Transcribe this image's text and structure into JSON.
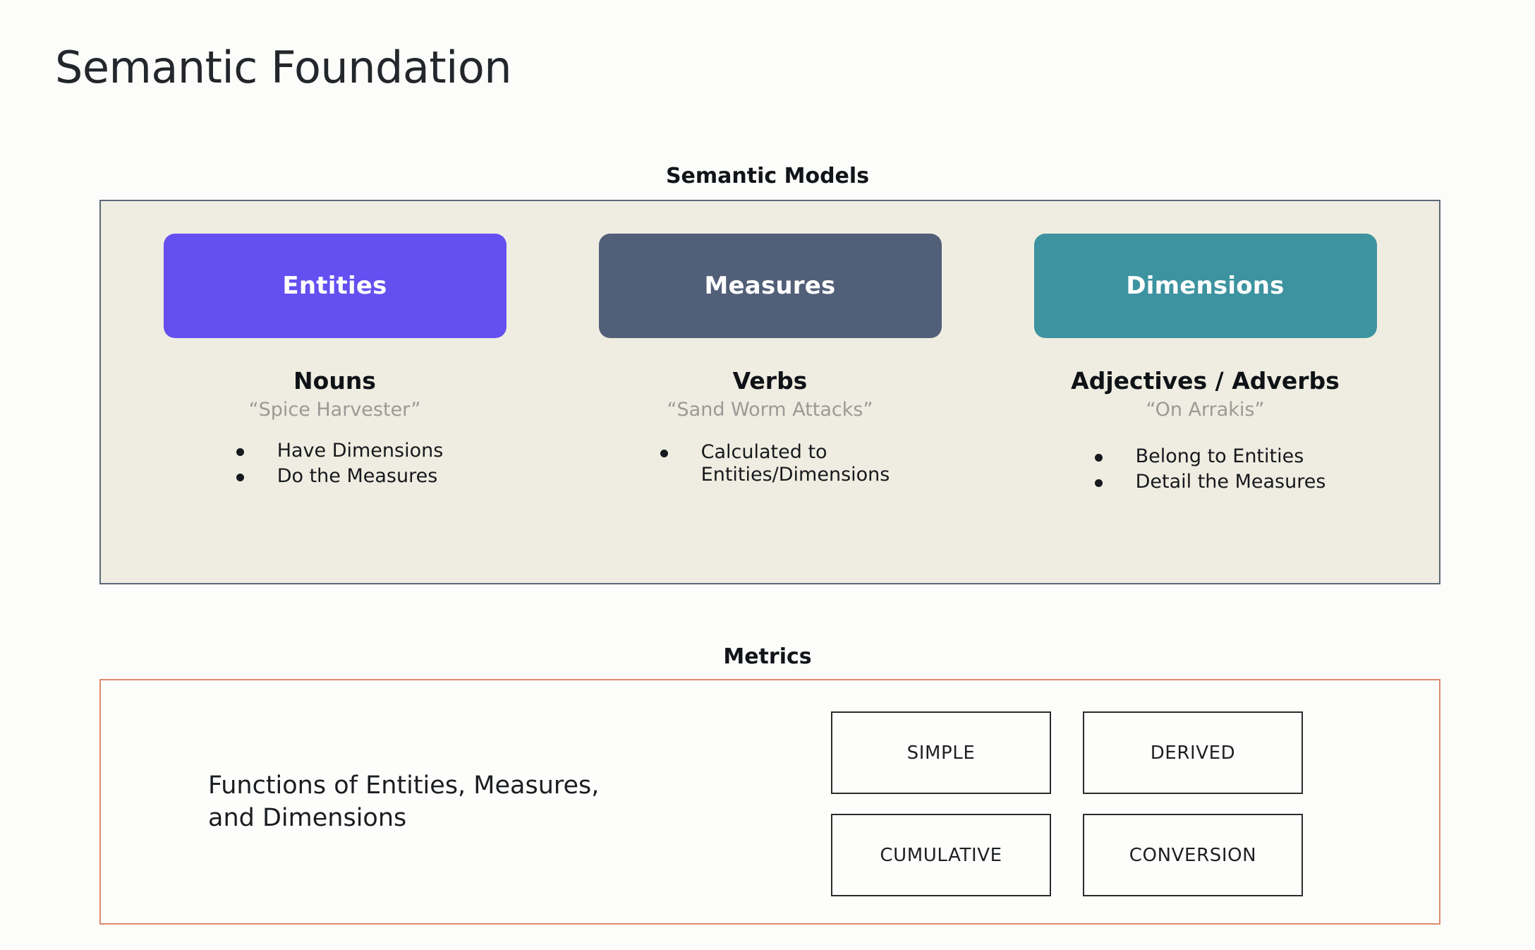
{
  "page": {
    "title": "Semantic Foundation",
    "background_color": "#fcfdfa"
  },
  "semantic_models": {
    "heading": "Semantic Models",
    "panel_background": "#efede1",
    "panel_border_color": "#5e6878",
    "columns": [
      {
        "card_label": "Entities",
        "card_color": "#6450f0",
        "part_of_speech": "Nouns",
        "example": "“Spice Harvester”",
        "bullets": [
          "Have Dimensions",
          "Do the Measures"
        ]
      },
      {
        "card_label": "Measures",
        "card_color": "#525f78",
        "part_of_speech": "Verbs",
        "example": "“Sand Worm Attacks”",
        "bullets": [
          "Calculated to\nEntities/Dimensions"
        ]
      },
      {
        "card_label": "Dimensions",
        "card_color": "#3d93a0",
        "part_of_speech": "Adjectives / Adverbs",
        "example": "“On Arrakis”",
        "bullets": [
          "Belong to Entities",
          "Detail the Measures"
        ]
      }
    ]
  },
  "metrics": {
    "heading": "Metrics",
    "panel_border_color": "#de8a6e",
    "description": "Functions of Entities, Measures,\nand Dimensions",
    "types": [
      "SIMPLE",
      "DERIVED",
      "CUMULATIVE",
      "CONVERSION"
    ]
  }
}
